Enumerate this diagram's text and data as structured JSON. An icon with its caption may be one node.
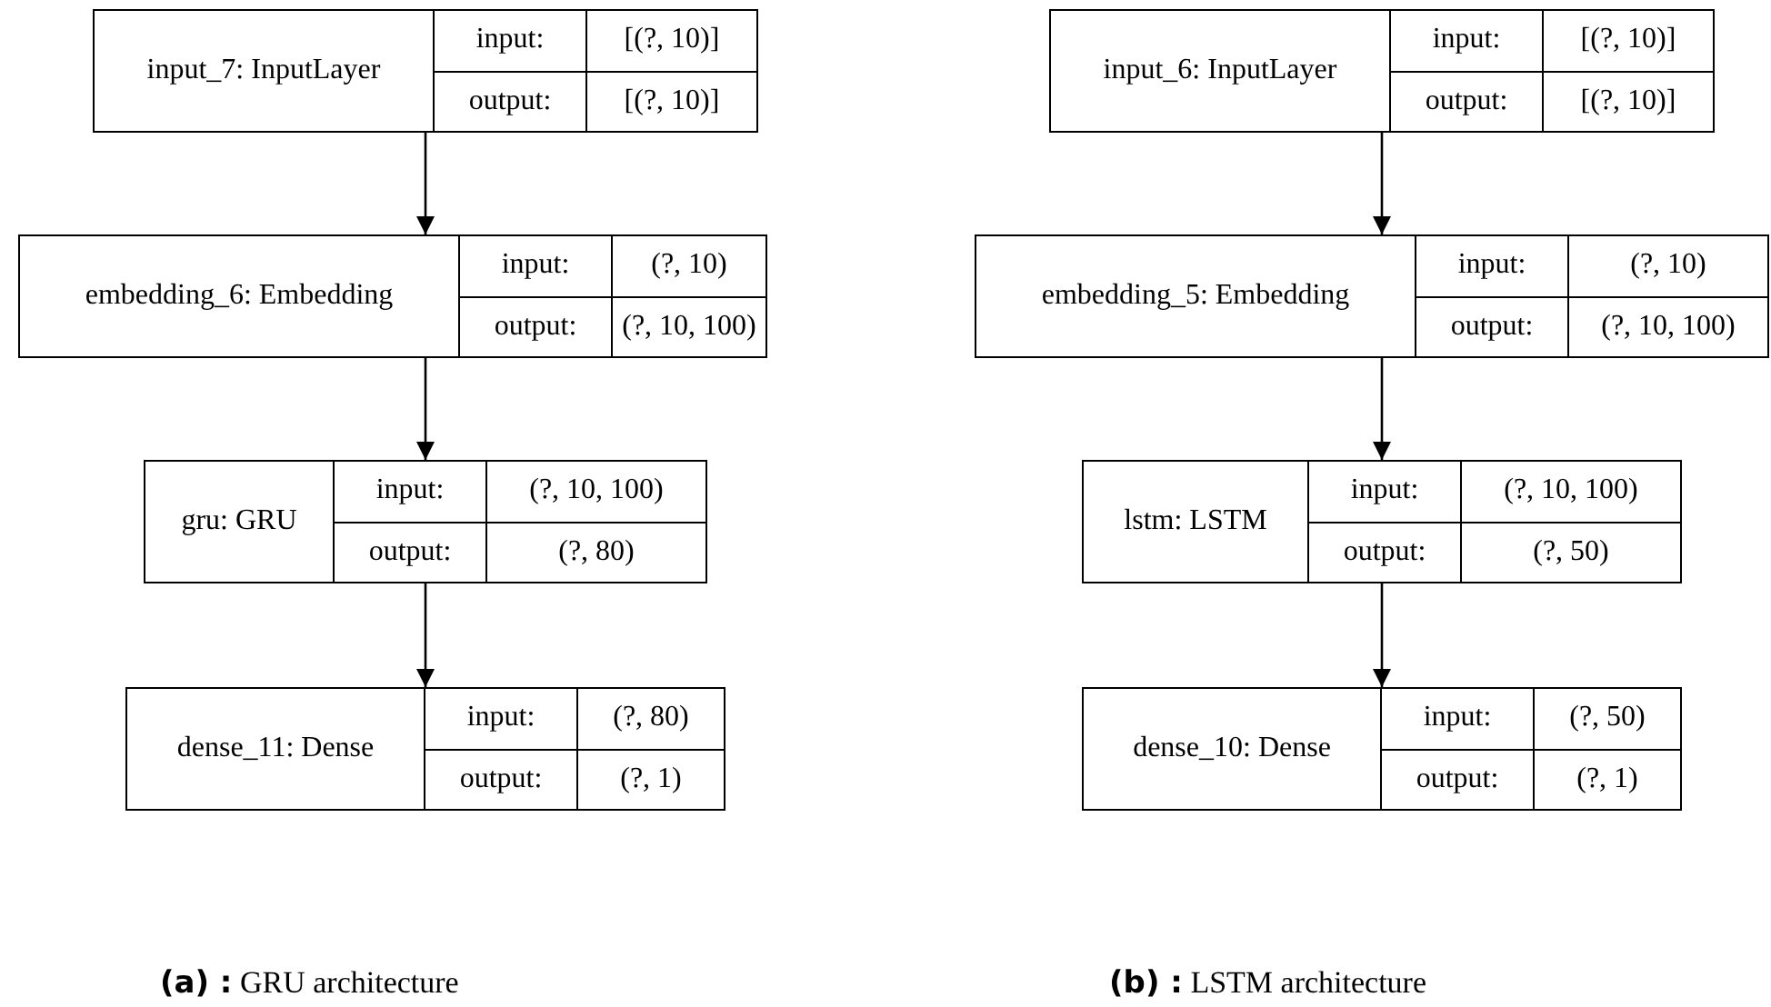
{
  "diagram": {
    "nodes": [
      {
        "text": [
          "input_7: InputLayer",
          "input:",
          "[(?, 10)]",
          "output:",
          "[(?, 10)]"
        ]
      },
      {
        "text": [
          "embedding_6: Embedding",
          "input:",
          "(?, 10)",
          "output:",
          "(?, 10, 100)"
        ]
      },
      {
        "text": [
          "gru: GRU",
          "input:",
          "(?, 10, 100)",
          "output:",
          "(?, 80)"
        ]
      },
      {
        "text": [
          "dense_11: Dense",
          "input:",
          "(?, 80)",
          "output:",
          "(?, 1)"
        ]
      },
      {
        "text": [
          "input_6: InputLayer",
          "input:",
          "[(?, 10)]",
          "output:",
          "[(?, 10)]"
        ]
      },
      {
        "text": [
          "embedding_5: Embedding",
          "input:",
          "(?, 10)",
          "output:",
          "(?, 10, 100)"
        ]
      },
      {
        "text": [
          "lstm: LSTM",
          "input:",
          "(?, 10, 100)",
          "output:",
          "(?, 50)"
        ]
      },
      {
        "text": [
          "dense_10: Dense",
          "input:",
          "(?, 50)",
          "output:",
          "(?, 1)"
        ]
      }
    ],
    "edges": [
      {
        "from": 0,
        "to": 1,
        "arrow": "to"
      },
      {
        "from": 1,
        "to": 2,
        "arrow": "to"
      },
      {
        "from": 2,
        "to": 3,
        "arrow": "to"
      },
      {
        "from": 4,
        "to": 5,
        "arrow": "to"
      },
      {
        "from": 5,
        "to": 6,
        "arrow": "to"
      },
      {
        "from": 6,
        "to": 7,
        "arrow": "to"
      }
    ],
    "labels": [
      "**(a) :** GRU architecture",
      "**(b) :** LSTM architecture"
    ]
  }
}
